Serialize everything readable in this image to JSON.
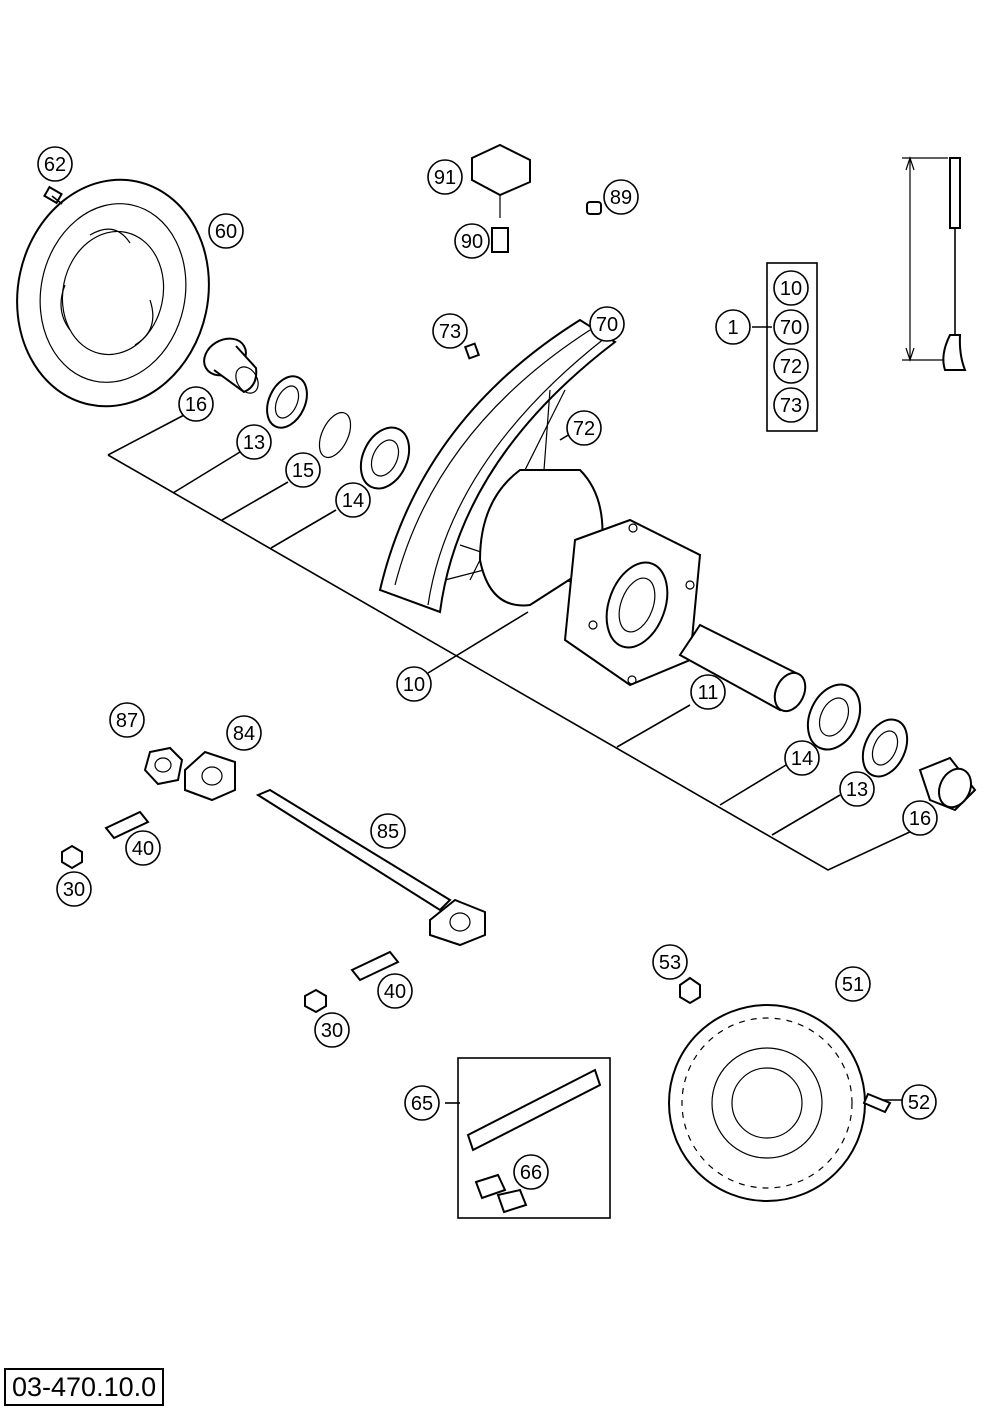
{
  "diagram_code": "03-470.10.0",
  "callouts": [
    {
      "label": "62"
    },
    {
      "label": "60"
    },
    {
      "label": "16"
    },
    {
      "label": "13"
    },
    {
      "label": "15"
    },
    {
      "label": "14"
    },
    {
      "label": "91"
    },
    {
      "label": "89"
    },
    {
      "label": "90"
    },
    {
      "label": "73"
    },
    {
      "label": "70"
    },
    {
      "label": "72"
    },
    {
      "label": "1"
    },
    {
      "label": "10"
    },
    {
      "label": "70"
    },
    {
      "label": "72"
    },
    {
      "label": "73"
    },
    {
      "label": "10"
    },
    {
      "label": "11"
    },
    {
      "label": "14"
    },
    {
      "label": "13"
    },
    {
      "label": "16"
    },
    {
      "label": "87"
    },
    {
      "label": "84"
    },
    {
      "label": "40"
    },
    {
      "label": "30"
    },
    {
      "label": "85"
    },
    {
      "label": "40"
    },
    {
      "label": "30"
    },
    {
      "label": "53"
    },
    {
      "label": "51"
    },
    {
      "label": "52"
    },
    {
      "label": "65"
    },
    {
      "label": "66"
    }
  ]
}
